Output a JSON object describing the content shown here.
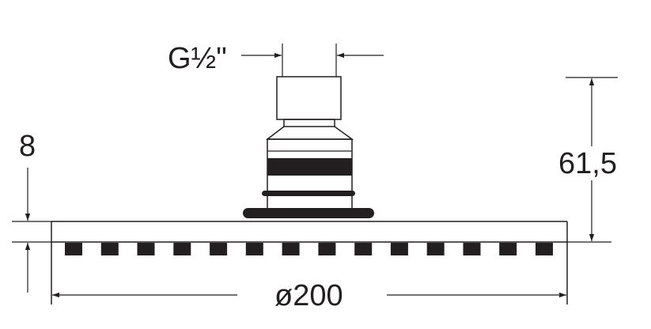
{
  "drawing": {
    "thread_label": "G½\"",
    "height_label": "61,5",
    "thickness_label": "8",
    "diameter_label": "ø200",
    "nozzle_count": 14,
    "colors": {
      "ink": "#231f20",
      "background": "#ffffff"
    }
  }
}
